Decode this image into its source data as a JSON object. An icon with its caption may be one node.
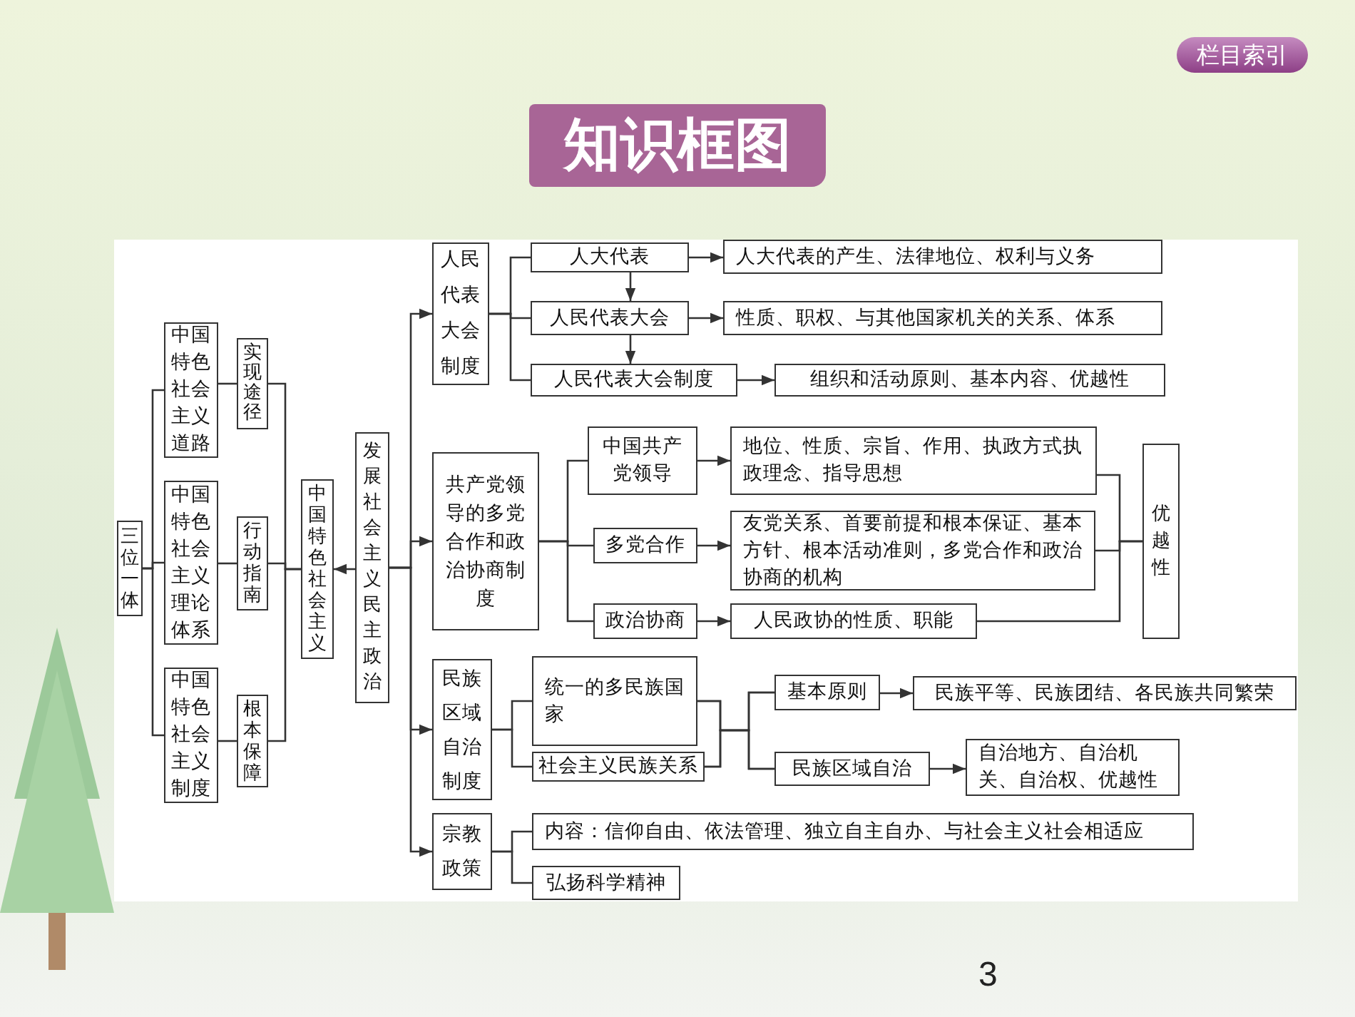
{
  "diagram": {
    "title": "知识框图",
    "nodes": [
      {
        "text": [
          "三位一体"
        ]
      },
      {
        "text": [
          "中国特色社会主义道路"
        ]
      },
      {
        "text": [
          "中国特色社会主义理论体系"
        ]
      },
      {
        "text": [
          "中国特色社会主义制度"
        ]
      },
      {
        "text": [
          "实现途径"
        ]
      },
      {
        "text": [
          "行动指南"
        ]
      },
      {
        "text": [
          "根本保障"
        ]
      },
      {
        "text": [
          "中国特色社会主义"
        ]
      },
      {
        "text": [
          "发展社会主义民主政治"
        ]
      },
      {
        "text": [
          "人民代表大会制度"
        ]
      },
      {
        "text": [
          "人大代表"
        ]
      },
      {
        "text": [
          "人民代表大会"
        ]
      },
      {
        "text": [
          "人民代表大会制度"
        ]
      },
      {
        "text": [
          "人大代表的产生、法律地位、权利与义务"
        ]
      },
      {
        "text": [
          "性质、职权、与其他国家机关的关系、体系"
        ]
      },
      {
        "text": [
          "组织和活动原则、基本内容、优越性"
        ]
      },
      {
        "text": [
          "共产党领导的多党合作和政治协商制度"
        ]
      },
      {
        "text": [
          "中国共产党领导"
        ]
      },
      {
        "text": [
          "多党合作"
        ]
      },
      {
        "text": [
          "政治协商"
        ]
      },
      {
        "text": [
          "地位、性质、宗旨、作用、执政方式执政理念、指导思想"
        ]
      },
      {
        "text": [
          "友党关系、首要前提和根本保证、基本方针、根本活动准则，多党合作和政治协商的机构"
        ]
      },
      {
        "text": [
          "人民政协的性质、职能"
        ]
      },
      {
        "text": [
          "优越性"
        ]
      },
      {
        "text": [
          "民族区域自治制度"
        ]
      },
      {
        "text": [
          "统一的多民族国家"
        ]
      },
      {
        "text": [
          "社会主义民族关系"
        ]
      },
      {
        "text": [
          "基本原则"
        ]
      },
      {
        "text": [
          "民族区域自治"
        ]
      },
      {
        "text": [
          "民族平等、民族团结、各民族共同繁荣"
        ]
      },
      {
        "text": [
          "自治地方、自治机关、自治权、优越性"
        ]
      },
      {
        "text": [
          "宗教政策"
        ]
      },
      {
        "text": [
          "内容：信仰自由、依法管理、独立自主自办、与社会主义社会相适应"
        ]
      },
      {
        "text": [
          "弘扬科学精神"
        ]
      }
    ],
    "edges": [
      {
        "from": 0,
        "to": 1,
        "arrow": "none"
      },
      {
        "from": 0,
        "to": 2,
        "arrow": "none"
      },
      {
        "from": 0,
        "to": 3,
        "arrow": "none"
      },
      {
        "from": 1,
        "to": 4,
        "arrow": "none"
      },
      {
        "from": 2,
        "to": 5,
        "arrow": "none"
      },
      {
        "from": 3,
        "to": 6,
        "arrow": "none"
      },
      {
        "from": 4,
        "to": 7,
        "arrow": "none"
      },
      {
        "from": 5,
        "to": 7,
        "arrow": "none"
      },
      {
        "from": 6,
        "to": 7,
        "arrow": "none"
      },
      {
        "from": 8,
        "to": 7,
        "arrow": "to"
      },
      {
        "from": 8,
        "to": 9,
        "arrow": "to"
      },
      {
        "from": 8,
        "to": 16,
        "arrow": "to"
      },
      {
        "from": 8,
        "to": 24,
        "arrow": "to"
      },
      {
        "from": 8,
        "to": 31,
        "arrow": "to"
      },
      {
        "from": 9,
        "to": 10,
        "arrow": "none"
      },
      {
        "from": 9,
        "to": 11,
        "arrow": "none"
      },
      {
        "from": 9,
        "to": 12,
        "arrow": "none"
      },
      {
        "from": 10,
        "to": 11,
        "arrow": "to"
      },
      {
        "from": 11,
        "to": 12,
        "arrow": "to"
      },
      {
        "from": 10,
        "to": 13,
        "arrow": "to"
      },
      {
        "from": 11,
        "to": 14,
        "arrow": "to"
      },
      {
        "from": 12,
        "to": 15,
        "arrow": "to"
      },
      {
        "from": 16,
        "to": 17,
        "arrow": "none"
      },
      {
        "from": 16,
        "to": 18,
        "arrow": "none"
      },
      {
        "from": 16,
        "to": 19,
        "arrow": "none"
      },
      {
        "from": 17,
        "to": 20,
        "arrow": "to"
      },
      {
        "from": 18,
        "to": 21,
        "arrow": "to"
      },
      {
        "from": 19,
        "to": 22,
        "arrow": "to"
      },
      {
        "from": 20,
        "to": 23,
        "arrow": "none"
      },
      {
        "from": 21,
        "to": 23,
        "arrow": "none"
      },
      {
        "from": 22,
        "to": 23,
        "arrow": "none"
      },
      {
        "from": 24,
        "to": 25,
        "arrow": "none"
      },
      {
        "from": 24,
        "to": 26,
        "arrow": "none"
      },
      {
        "from": 25,
        "to": 27,
        "arrow": "none"
      },
      {
        "from": 25,
        "to": 28,
        "arrow": "none"
      },
      {
        "from": 26,
        "to": 27,
        "arrow": "none"
      },
      {
        "from": 26,
        "to": 28,
        "arrow": "none"
      },
      {
        "from": 27,
        "to": 29,
        "arrow": "to"
      },
      {
        "from": 28,
        "to": 30,
        "arrow": "to"
      },
      {
        "from": 31,
        "to": 32,
        "arrow": "none"
      },
      {
        "from": 31,
        "to": 33,
        "arrow": "none"
      }
    ],
    "labels": [
      "栏目索引",
      "3"
    ]
  }
}
